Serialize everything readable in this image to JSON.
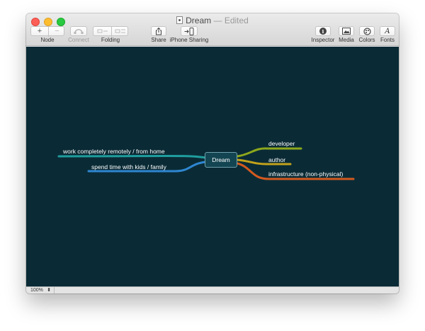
{
  "window": {
    "title": "Dream",
    "separator": "—",
    "status": "Edited"
  },
  "toolbar": {
    "add_symbol": "+",
    "remove_symbol": "−",
    "node_label": "Node",
    "connect_label": "Connect",
    "folding_label": "Folding",
    "share_label": "Share",
    "iphone_sharing_label": "iPhone Sharing",
    "inspector_label": "Inspector",
    "media_label": "Media",
    "colors_label": "Colors",
    "fonts_label": "Fonts",
    "inspector_symbol": "i",
    "fonts_symbol": "A"
  },
  "mindmap": {
    "center": "Dream",
    "left_nodes": [
      {
        "text": "work completely remotely / from home",
        "color": "#1f9e9e"
      },
      {
        "text": "spend time with kids / family",
        "color": "#2e86d0"
      }
    ],
    "right_nodes": [
      {
        "text": "developer",
        "color": "#8ea81c"
      },
      {
        "text": "author",
        "color": "#c3a21a"
      },
      {
        "text": "infrastructure (non-physical)",
        "color": "#d45a1f"
      }
    ]
  },
  "statusbar": {
    "zoom": "100%",
    "stepper_symbol": "⬍"
  },
  "colors": {
    "canvas_bg": "#0a2b36"
  }
}
